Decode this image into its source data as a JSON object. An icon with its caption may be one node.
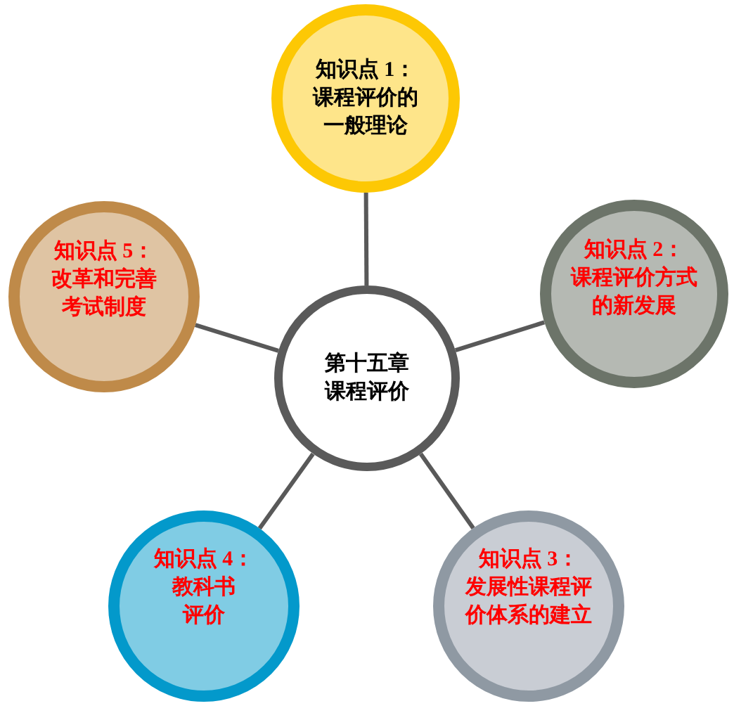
{
  "diagram": {
    "nodes": [
      {
        "text": [
          "知识点 1：",
          "课程评价的一般理论"
        ]
      },
      {
        "text": [
          "知识点 5：",
          "改革和完善考试制度"
        ]
      },
      {
        "text": [
          "知识点 2：",
          "课程评价方式的新发展"
        ]
      },
      {
        "text": [
          "第十五章",
          "课程评价"
        ]
      },
      {
        "text": [
          "知识点 4：",
          "教科书评价"
        ]
      },
      {
        "text": [
          "知识点 3：",
          "发展性课程评价体系的建立"
        ]
      }
    ],
    "edges": [
      {
        "from": 3,
        "to": 0,
        "arrow": "none"
      },
      {
        "from": 3,
        "to": 2,
        "arrow": "none"
      },
      {
        "from": 3,
        "to": 5,
        "arrow": "none"
      },
      {
        "from": 3,
        "to": 4,
        "arrow": "none"
      },
      {
        "from": 3,
        "to": 1,
        "arrow": "none"
      }
    ]
  }
}
